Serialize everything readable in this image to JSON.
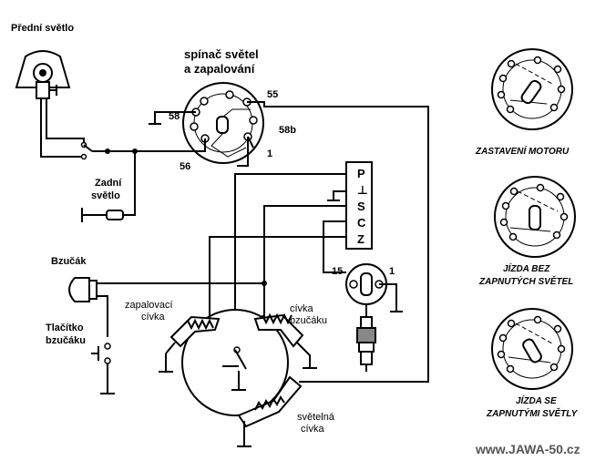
{
  "labels": {
    "headlight": "Přední světlo",
    "switch_title_1": "spínač světel",
    "switch_title_2": "a zapalování",
    "taillight_1": "Zadní",
    "taillight_2": "světlo",
    "buzzer": "Bzučák",
    "button_1": "Tlačítko",
    "button_2": "bzučáku",
    "ignition_coil_1": "zapalovací",
    "ignition_coil_2": "cívka",
    "buzzer_coil_1": "cívka",
    "buzzer_coil_2": "bzučáku",
    "light_coil_1": "světelná",
    "light_coil_2": "cívka",
    "watermark": "www.JAWA-50.cz"
  },
  "switch_terminals": {
    "t55": "55",
    "t58": "58",
    "t58b": "58b",
    "t56": "56",
    "t1": "1"
  },
  "connector_terminals": [
    "P",
    "⊥",
    "S",
    "C",
    "Z"
  ],
  "ignition_coil_terminals": {
    "t15": "15",
    "t1": "1"
  },
  "positions": [
    {
      "line1": "ZASTAVENÍ MOTORU",
      "line2": ""
    },
    {
      "line1": "JÍZDA BEZ",
      "line2": "ZAPNUTÝCH SVĚTEL"
    },
    {
      "line1": "JÍZDA SE",
      "line2": "ZAPNUTÝMI SVĚTLY"
    }
  ]
}
